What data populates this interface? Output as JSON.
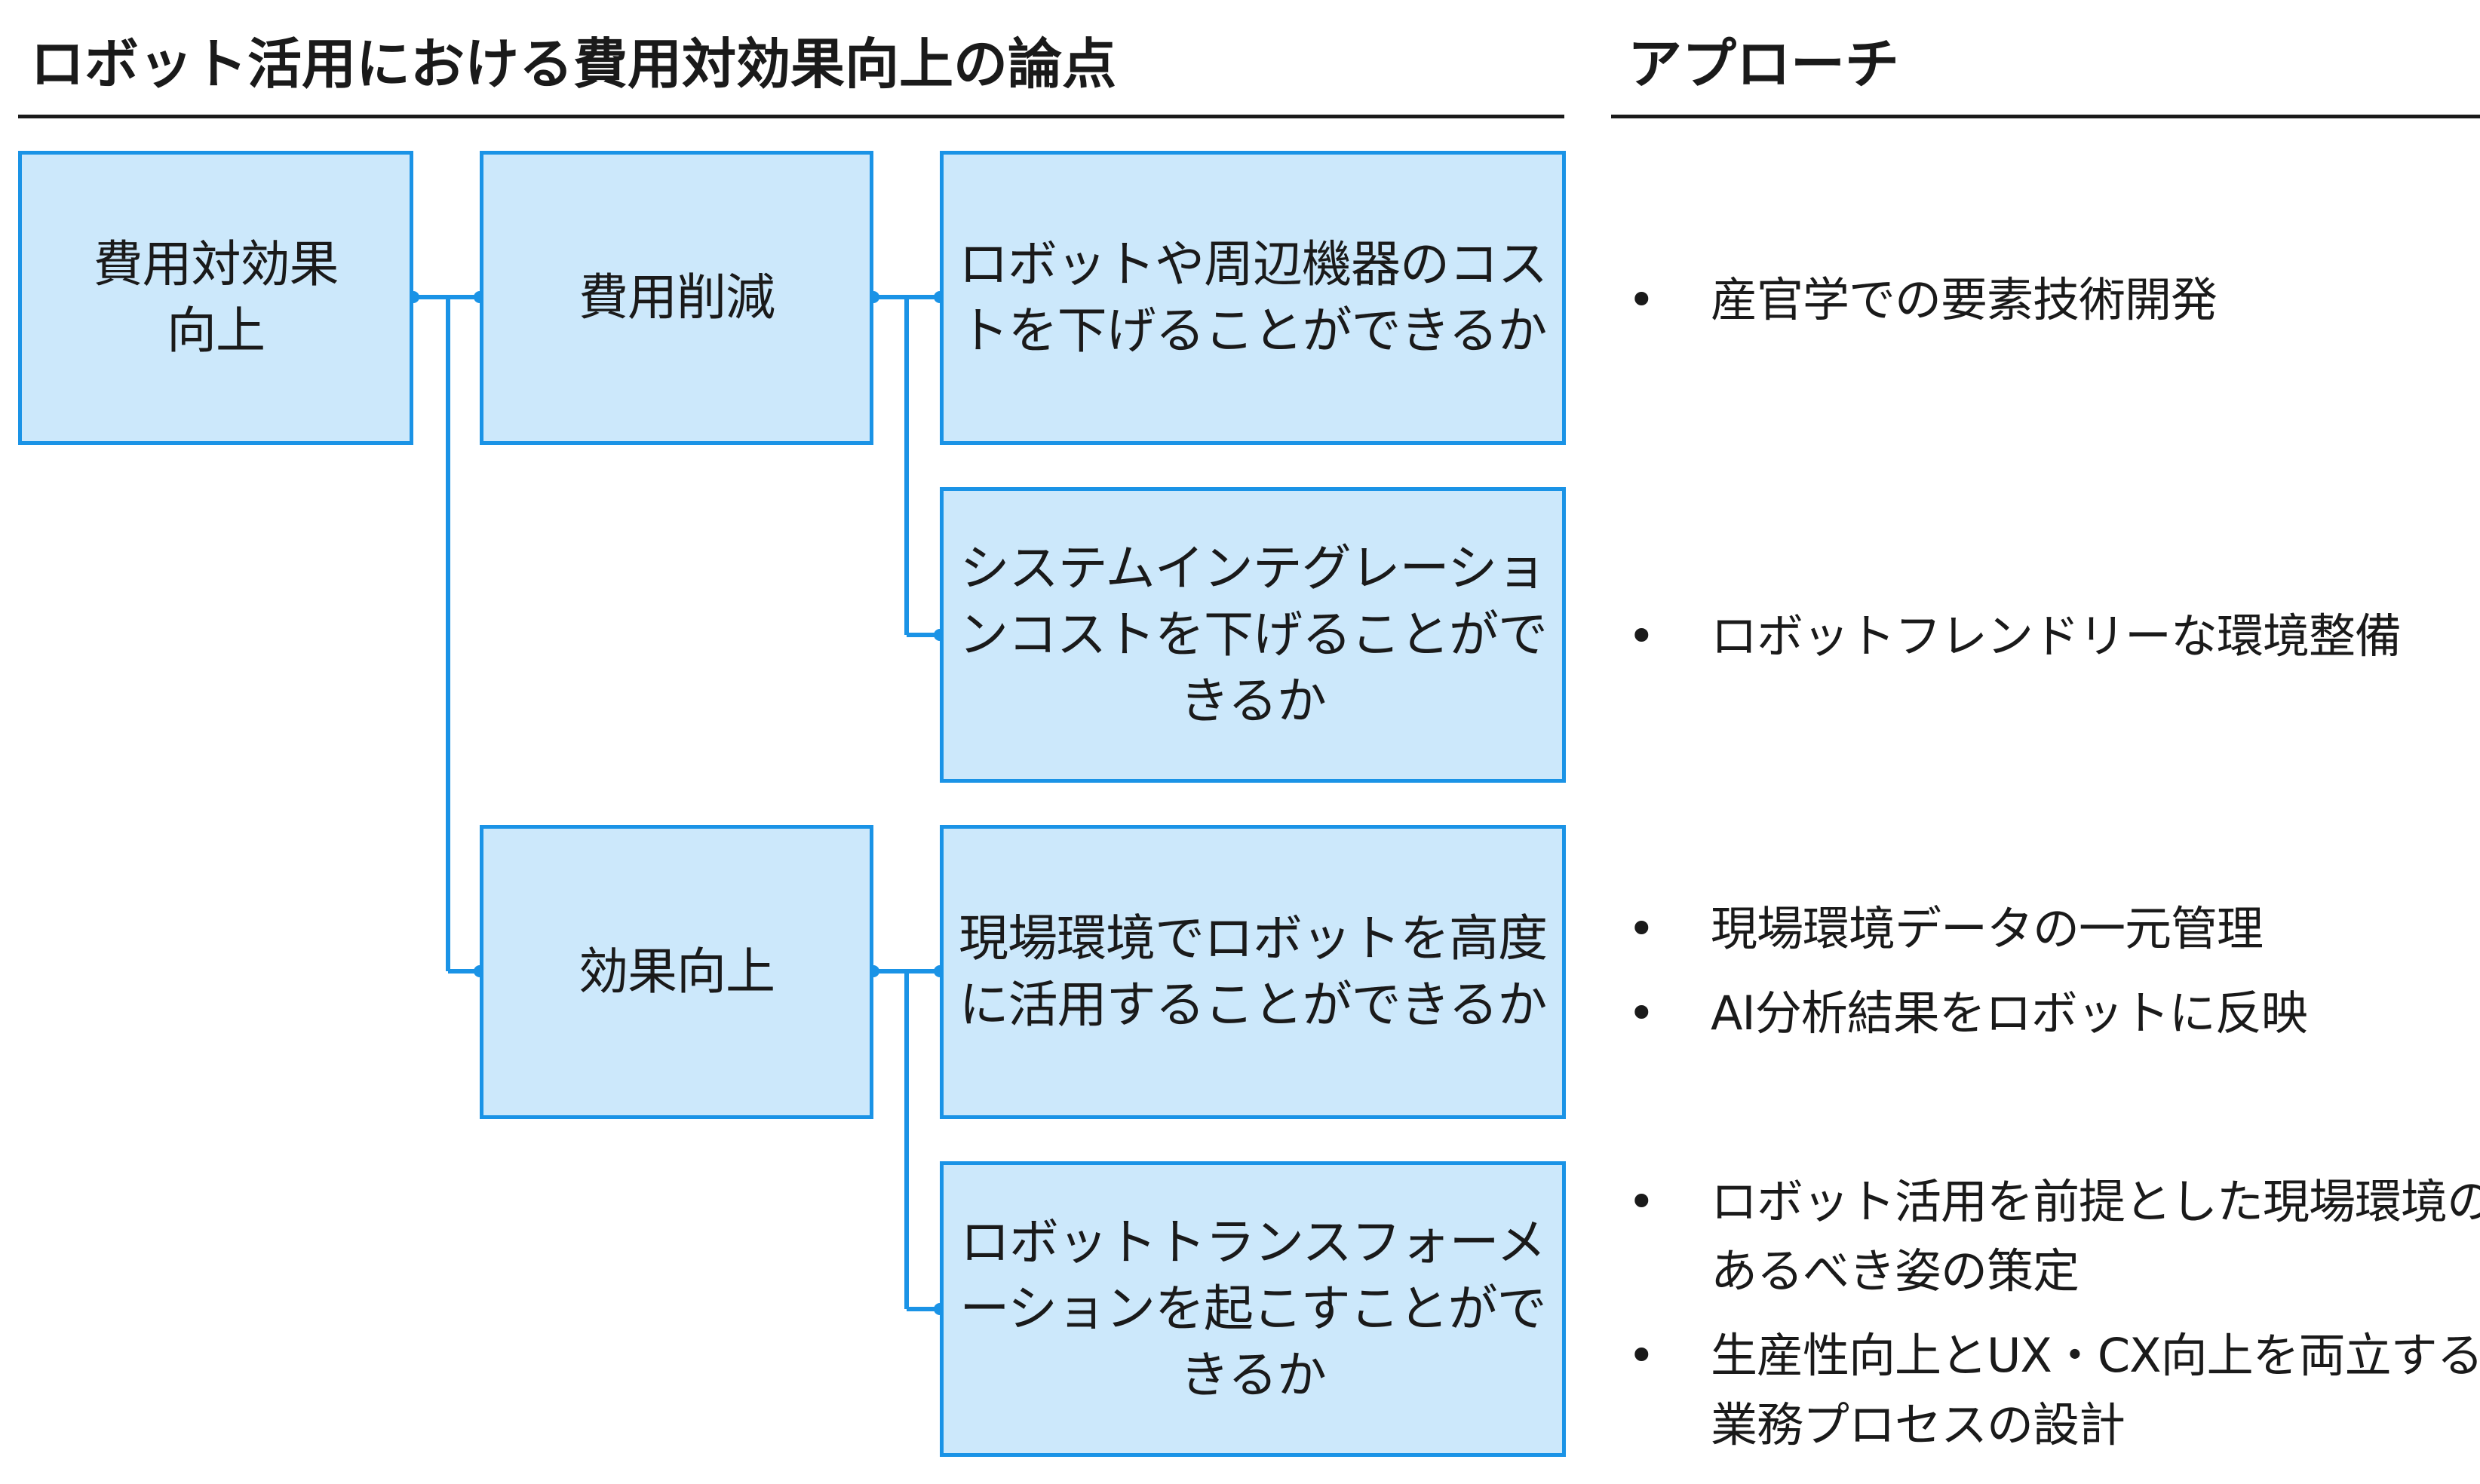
{
  "headers": {
    "issues_title": "ロボット活用における費用対効果向上の論点",
    "approach_title": "アプローチ"
  },
  "tree": {
    "root": "費用対効果\n向上",
    "cost_reduction": "費用削減",
    "effect_improvement": "効果向上",
    "leaves": [
      "ロボットや周辺機器のコストを下げることができるか",
      "システムインテグレーションコストを下げることができるか",
      "現場環境でロボットを高度に活用することができるか",
      "ロボットトランスフォーメーションを起こすことができるか"
    ]
  },
  "approaches": [
    {
      "items": [
        "産官学での要素技術開発"
      ]
    },
    {
      "items": [
        "ロボットフレンドリーな環境整備"
      ]
    },
    {
      "items": [
        "現場環境データの一元管理",
        "AI分析結果をロボットに反映"
      ]
    },
    {
      "items": [
        "ロボット活用を前提とした現場環境のあるべき姿の策定",
        "生産性向上とUX・CX向上を両立する業務プロセスの設計"
      ]
    }
  ],
  "bullet_symbol": "•",
  "colors": {
    "box_fill": "#cce8fb",
    "box_border": "#1a93e6",
    "connector": "#1a93e6",
    "text": "#1a1a1a"
  }
}
